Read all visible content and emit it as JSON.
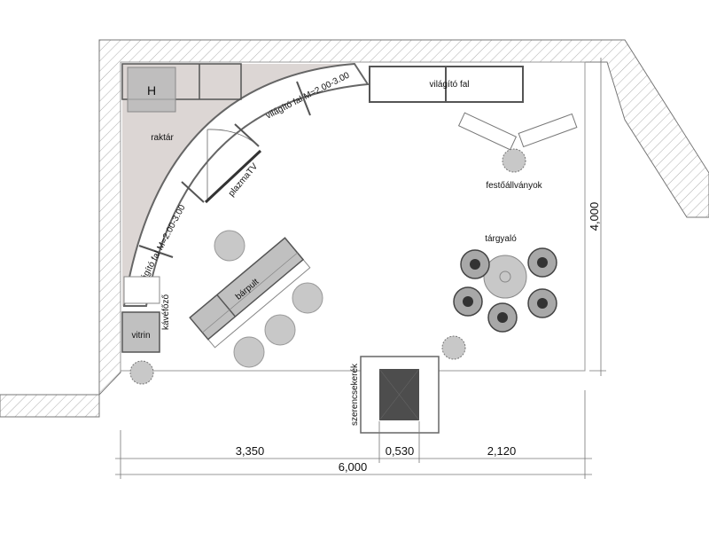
{
  "labels": {
    "h": "H",
    "storage": "raktár",
    "light_wall_top": "világító fal M=2.00-3.00",
    "light_wall_right": "világító fal",
    "light_wall_left": "világító fal M=2.00-3.00",
    "tv": "plazmaTV",
    "coffee": "kávéfőző",
    "vitrine": "vitrin",
    "bar": "bárpult",
    "easels": "festőállványok",
    "meeting": "tárgyaló",
    "slot_machine": "szerencsekerék"
  },
  "dimensions": {
    "d1": "3,350",
    "d2": "0,530",
    "d3": "2,120",
    "total_width": "6,000",
    "height": "4,000"
  },
  "colors": {
    "storage_fill": "#dcd6d4",
    "furniture_fill": "#c0c0c0",
    "dark_fill": "#505050",
    "line": "#555555"
  }
}
